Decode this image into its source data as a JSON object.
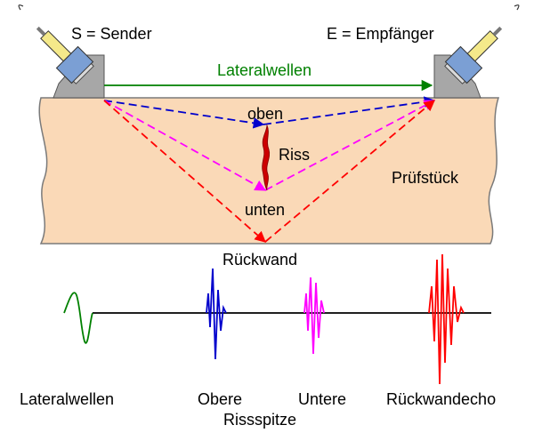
{
  "labels": {
    "sender": "S = Sender",
    "receiver": "E = Empfänger",
    "lateral_top": "Lateralwellen",
    "top_tip": "oben",
    "crack": "Riss",
    "bottom_tip": "unten",
    "specimen": "Prüfstück",
    "backwall": "Rückwand"
  },
  "signals": [
    {
      "label": "Lateralwellen",
      "color": "#008000"
    },
    {
      "label": "Obere",
      "color": "#0000cc"
    },
    {
      "label": "Untere",
      "color": "#ff00ff"
    },
    {
      "label": "Rückwandecho",
      "color": "#ff0000"
    }
  ],
  "signal_group_label": "Rissspitze",
  "colors": {
    "specimen_fill": "#fad9b7",
    "probe_blue": "#7b9fd4",
    "probe_yellow": "#f4e98a",
    "wedge": "#a7a7a7",
    "lateral": "#008000",
    "top_tip_path": "#0000cc",
    "bottom_tip_path": "#ff00ff",
    "backwall_path": "#ff0000",
    "crack": "#cc0000"
  }
}
